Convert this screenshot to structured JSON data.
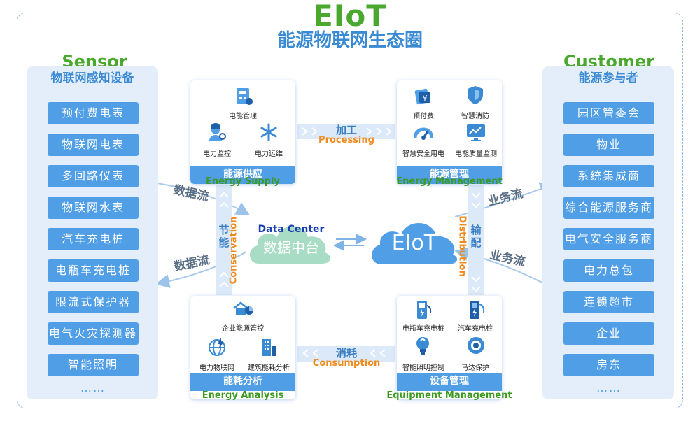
{
  "title": {
    "en": "EIoT",
    "cn": "能源物联网生态圈"
  },
  "sensor": {
    "title_en": "Sensor",
    "title_cn": "物联网感知设备",
    "items": [
      "预付费电表",
      "物联网电表",
      "多回路仪表",
      "物联网水表",
      "汽车充电桩",
      "电瓶车充电桩",
      "限流式保护器",
      "电气火灾探测器",
      "智能照明"
    ],
    "more": "……"
  },
  "customer": {
    "title_en": "Customer",
    "title_cn": "能源参与者",
    "items": [
      "园区管委会",
      "物业",
      "系统集成商",
      "综合能源服务商",
      "电气安全服务商",
      "电力总包",
      "连锁超市",
      "企业",
      "房东"
    ],
    "more": "……"
  },
  "supply": {
    "title_cn": "能源供应",
    "title_en": "Energy Supply",
    "icons": [
      {
        "icon": "meter-doc-icon",
        "label": "电能管理"
      },
      {
        "icon": "worker-icon",
        "label": "电力监控"
      },
      {
        "icon": "snowflake-icon",
        "label": "电力运维"
      }
    ]
  },
  "management": {
    "title_cn": "能源管理",
    "title_en": "Energy Management",
    "icons": [
      {
        "icon": "card-icon",
        "label": "预付费"
      },
      {
        "icon": "shield-icon",
        "label": "智慧消防"
      },
      {
        "icon": "gauge-icon",
        "label": "智慧安全用电"
      },
      {
        "icon": "monitor-chart-icon",
        "label": "电能质量监测"
      }
    ]
  },
  "analysis": {
    "title_cn": "能耗分析",
    "title_en": "Energy Analysis",
    "icons": [
      {
        "icon": "house-pie-icon",
        "label": "企业能源管控"
      },
      {
        "icon": "globe-icon",
        "label": "电力物联网"
      },
      {
        "icon": "building-icon",
        "label": "建筑能耗分析"
      }
    ]
  },
  "equipment": {
    "title_cn": "设备管理",
    "title_en": "Equipment Management",
    "icons": [
      {
        "icon": "ebike-charger-icon",
        "label": "电瓶车充电桩"
      },
      {
        "icon": "car-charger-icon",
        "label": "汽车充电桩"
      },
      {
        "icon": "bulb-icon",
        "label": "智能照明控制"
      },
      {
        "icon": "motor-icon",
        "label": "马达保护"
      }
    ]
  },
  "center": {
    "datacenter_en": "Data Center",
    "datacenter_cn": "数据中台",
    "eiot": "EIoT"
  },
  "flows": {
    "processing_cn": "加工",
    "processing_en": "Processing",
    "consumption_cn": "消耗",
    "consumption_en": "Consumption",
    "conservation_cn": "节能",
    "conservation_en": "Conservation",
    "distribution_cn": "输配",
    "distribution_en": "Distribution",
    "dataflow_1": "数据流",
    "dataflow_2": "数据流",
    "business_1": "业务流",
    "business_2": "业务流"
  },
  "colors": {
    "green": "#4aa82e",
    "blue": "#3a8ad4",
    "button": "#4f9ee6",
    "orange": "#f08a1c",
    "panel": "#e3eefa"
  }
}
